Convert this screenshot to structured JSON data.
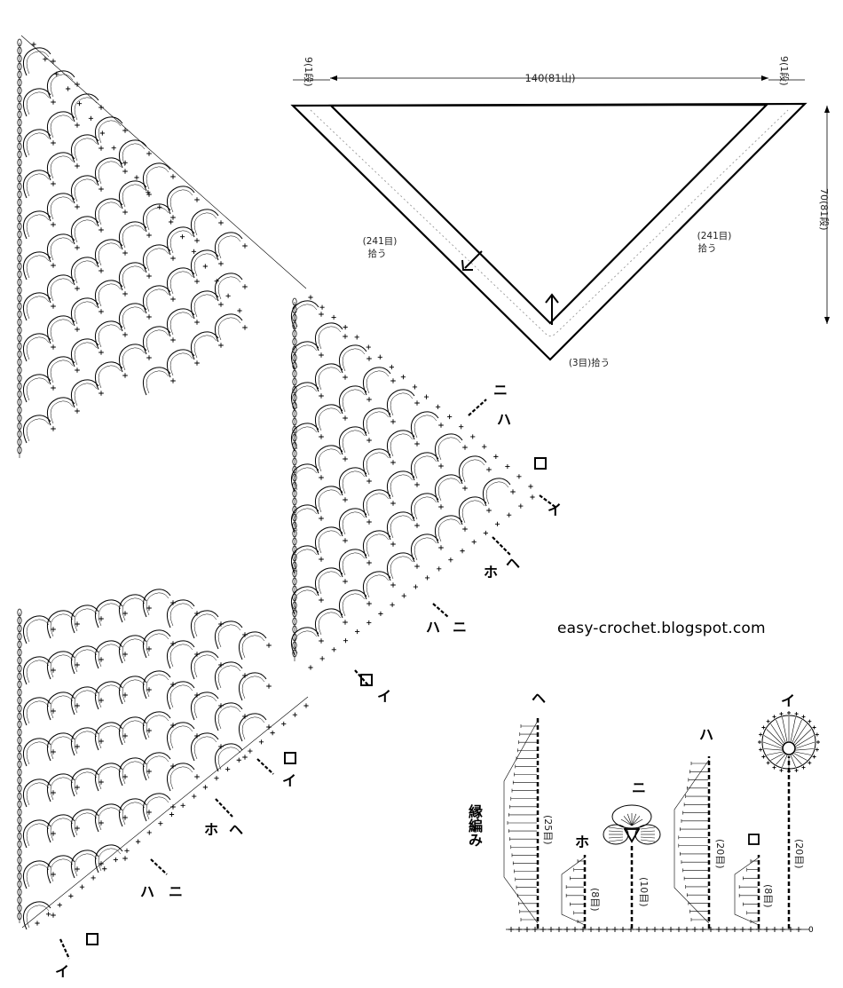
{
  "diagram": {
    "shawl": {
      "width": "140(81山)",
      "height": "70(81段)",
      "left_border": "9(1段)",
      "right_border": "9(1段)",
      "pickup_left": "(241目)",
      "pickup_left_verb": "拾う",
      "pickup_right": "(241目)",
      "pickup_right_verb": "拾う",
      "pickup_center": "(3目)拾う"
    },
    "chart_marks": {
      "i": "イ",
      "ro": "ロ",
      "ha": "ハ",
      "ni": "ニ",
      "ho": "ホ",
      "he": "ヘ"
    },
    "edging": {
      "title": "縁編み",
      "counts": {
        "he": "(25目)",
        "ho": "(8目)",
        "ni": "(10目)",
        "ha": "(20目)",
        "ro": "(8目)",
        "i": "(20目)"
      }
    },
    "watermark": "easy-crochet.blogspot.com"
  }
}
